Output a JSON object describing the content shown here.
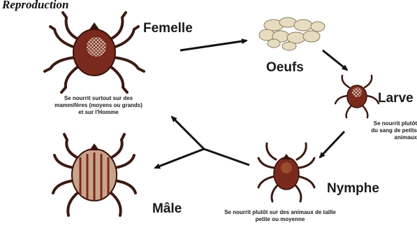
{
  "title": "Reproduction",
  "stages": {
    "female": {
      "label": "Femelle",
      "note": [
        "Se nourrit surtout sur des",
        "mammifères (moyens ou grands)",
        "et sur l'Homme"
      ]
    },
    "eggs": {
      "label": "Oeufs"
    },
    "larva": {
      "label": "Larve",
      "note": [
        "Se nourrit plutôt",
        "du sang de petits",
        "animaux"
      ]
    },
    "nymph": {
      "label": "Nymphe",
      "note": [
        "Se nourrit plutôt sur des animaux de taille",
        "petite ou moyenne"
      ]
    },
    "male": {
      "label": "Mâle"
    }
  },
  "colors": {
    "tick_body": "#7a2a1c",
    "tick_dark": "#3a120c",
    "tick_shield": "#c9a48a",
    "legs": "#3b1a12",
    "egg": "#e8dcc0",
    "arrow": "#111111"
  }
}
